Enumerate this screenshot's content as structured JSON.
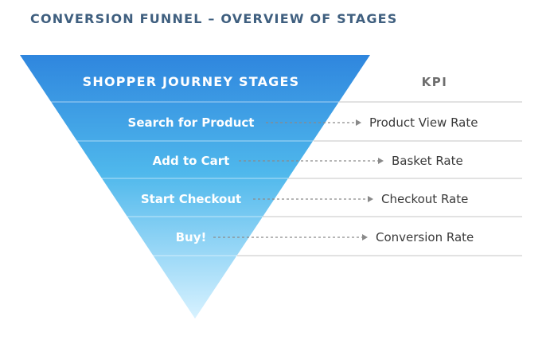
{
  "title": "CONVERSION FUNNEL – OVERVIEW OF STAGES",
  "funnel": {
    "header": "SHOPPER JOURNEY STAGES",
    "colors": {
      "top": "#2f86de",
      "middle": "#4fb8ec",
      "bottom": "#d8f2ff"
    }
  },
  "kpi_header": "KPI",
  "stages": [
    {
      "stage": "Search for Product",
      "kpi": "Product View Rate"
    },
    {
      "stage": "Add to Cart",
      "kpi": "Basket Rate"
    },
    {
      "stage": "Start Checkout",
      "kpi": "Checkout Rate"
    },
    {
      "stage": "Buy!",
      "kpi": "Conversion Rate"
    }
  ]
}
